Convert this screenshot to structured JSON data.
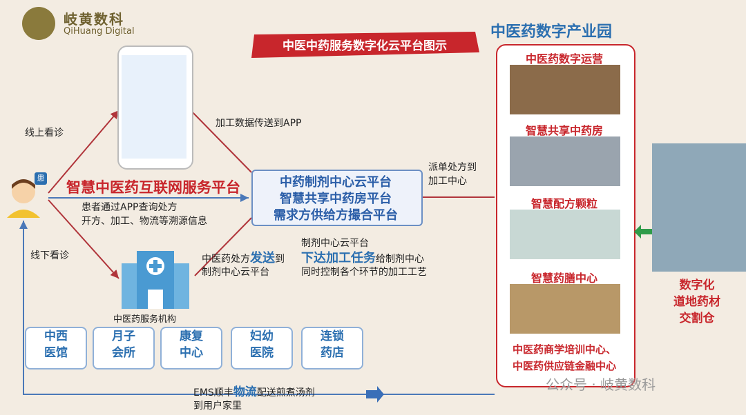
{
  "brand": {
    "name_cn": "岐黄数科",
    "name_en": "QiHuang Digital"
  },
  "title": "中医中药服务数字化云平台图示",
  "park": {
    "title": "中医药数字产业园",
    "items": [
      "中医药数字运营",
      "智慧共享中药房",
      "智慧配方颗粒",
      "智慧药膳中心"
    ],
    "footer": [
      "中医药商学培训中心、",
      "中医药供应链金融中心"
    ]
  },
  "flow": {
    "online": "线上看诊",
    "offline": "线下看诊",
    "app_transfer": "加工数据传送到APP",
    "internet_platform": "智慧中医药互联网服务平台",
    "patient_query": [
      "患者通过APP查询处方",
      "开方、加工、物流等溯源信息"
    ],
    "patient_badge": "患",
    "center_platform": [
      "中药制剂中心云平台",
      "智慧共享中药房平台",
      "需求方供给方撮合平台"
    ],
    "dispatch": [
      "派单处方到",
      "加工中心"
    ],
    "send": {
      "pre": "中医药处方",
      "highlight": "发送",
      "post": "到",
      "line2": "制剂中心云平台"
    },
    "issue": {
      "line1": "制剂中心云平台",
      "highlight": "下达加工任务",
      "post": "给制剂中心",
      "line3": "同时控制各个环节的加工工艺"
    },
    "institution_label": "中医药服务机构",
    "ems": {
      "pre": "EMS顺丰",
      "highlight": "物流",
      "post": "配送煎煮汤剂",
      "line2": "到用户家里"
    }
  },
  "institutions": [
    [
      "中西",
      "医馆"
    ],
    [
      "月子",
      "会所"
    ],
    [
      "康复",
      "中心"
    ],
    [
      "妇幼",
      "医院"
    ],
    [
      "连锁",
      "药店"
    ]
  ],
  "market": [
    "数字化",
    "道地药材",
    "交割仓"
  ],
  "watermark": "公众号 · 岐黄数科",
  "colors": {
    "red": "#c8262c",
    "blue": "#2b6fb0",
    "bg": "#f3ece2"
  }
}
